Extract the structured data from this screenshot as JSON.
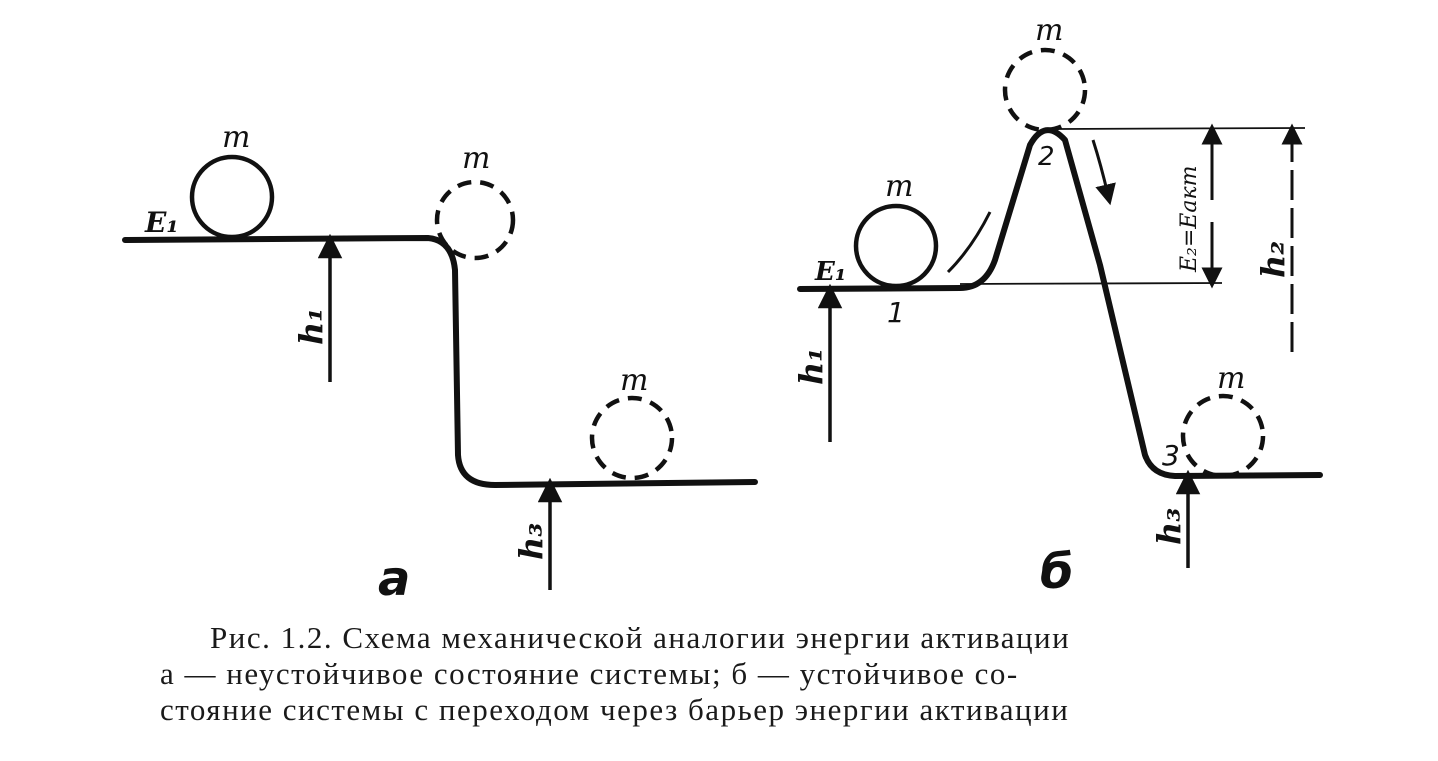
{
  "diagram": {
    "panel_a": {
      "panel_letter": "а",
      "mass_label": "m",
      "energy_label": "E₁",
      "height_label_1": "h₁",
      "height_label_3": "h₃"
    },
    "panel_b": {
      "panel_letter": "б",
      "mass_label": "m",
      "energy_label": "E₁",
      "activation_label": "E₂=Eакт",
      "height_label_1": "h₁",
      "height_label_2": "h₂",
      "height_label_3": "h₃",
      "point_1": "1",
      "point_2": "2",
      "point_3": "3"
    }
  },
  "caption": {
    "line1": "Рис. 1.2. Схема механической аналогии энергии активации",
    "line2": "а — неустойчивое состояние системы; б — устойчивое со-",
    "line3": "стояние системы с переходом через барьер энергии активации"
  },
  "colors": {
    "ink": "#111111",
    "paper": "#ffffff"
  }
}
